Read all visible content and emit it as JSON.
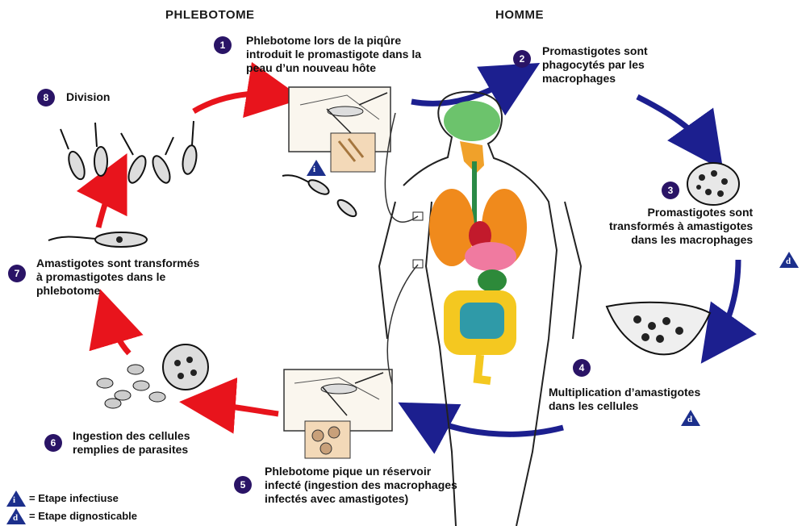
{
  "headers": {
    "left": "PHLEBOTOME",
    "right": "HOMME"
  },
  "steps": [
    {
      "n": "1",
      "lines": [
        "Phlebotome lors de la piqûre",
        "introduit le promastigote dans la",
        "peau d’un nouveau hôte"
      ]
    },
    {
      "n": "2",
      "lines": [
        "Promastigotes sont",
        "phagocytés par les",
        "macrophages"
      ]
    },
    {
      "n": "3",
      "lines": [
        "Promastigotes sont",
        "transformés à amastigotes",
        "dans les macrophages"
      ]
    },
    {
      "n": "4",
      "lines": [
        "Multiplication d’amastigotes",
        "dans les cellules"
      ]
    },
    {
      "n": "5",
      "lines": [
        "Phlebotome pique un réservoir",
        "infecté (ingestion des macrophages",
        "infectés avec amastigotes)"
      ]
    },
    {
      "n": "6",
      "lines": [
        "Ingestion des cellules",
        "remplies de parasites"
      ]
    },
    {
      "n": "7",
      "lines": [
        "Amastigotes sont transformés",
        "à promastigotes dans le",
        "phlebotome"
      ]
    },
    {
      "n": "8",
      "lines": [
        "Division"
      ]
    }
  ],
  "legend": {
    "infective_symbol": "i",
    "infective_label": "= Etape infectiuse",
    "diagnostic_symbol": "d",
    "diagnostic_label": "= Etape dignosticable"
  },
  "colors": {
    "human_arrows": "#1c1f8f",
    "vector_arrows": "#e8141c",
    "badge": "#2a1466",
    "triangle": "#1c2f8c"
  }
}
